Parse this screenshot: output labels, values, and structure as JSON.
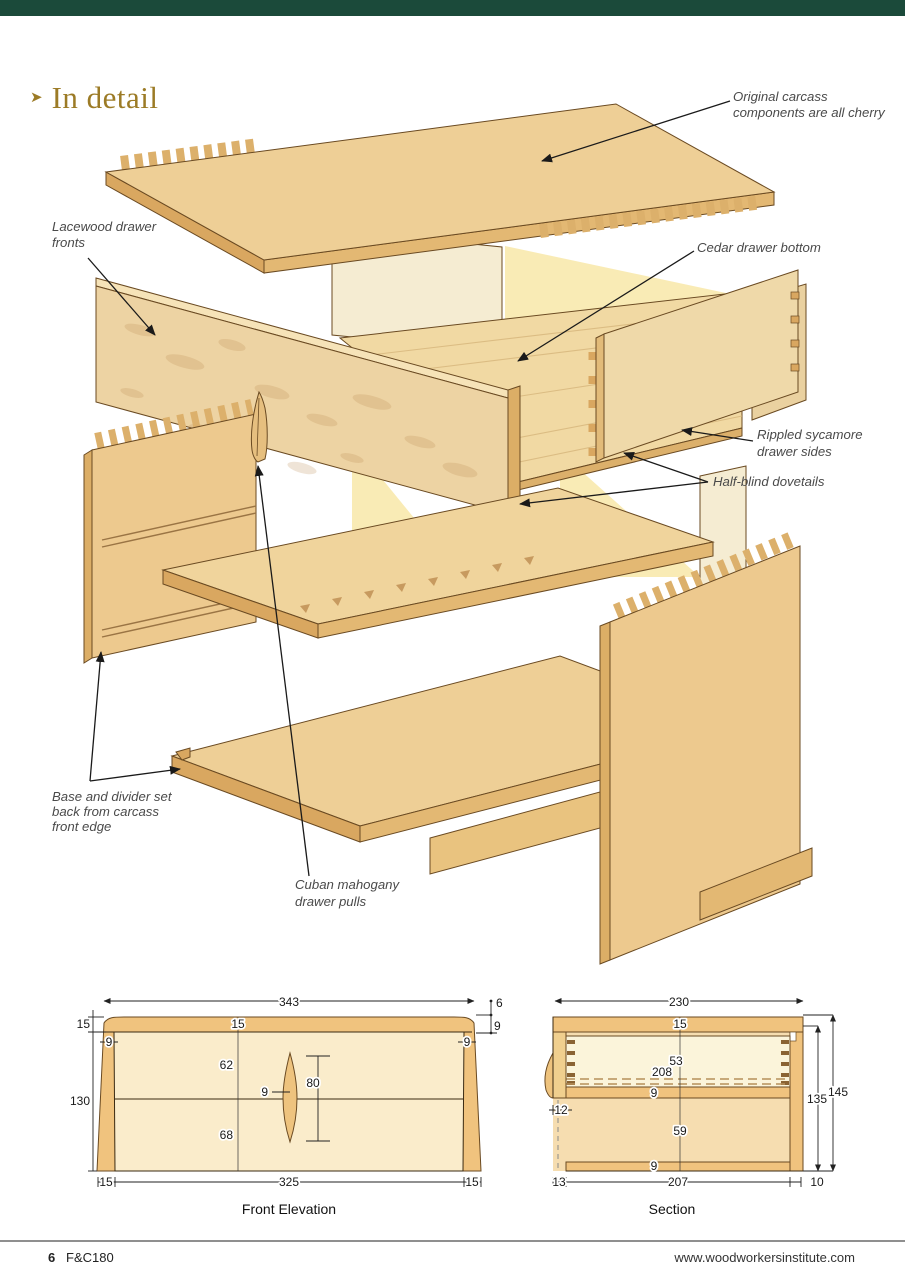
{
  "page": {
    "top_bar_color": "#1b4a3a",
    "title_marker": "➤",
    "title": "In detail",
    "title_color": "#9c7b26"
  },
  "diagram": {
    "labels": {
      "carcass": {
        "line1": "Original carcass",
        "line2": "components are all cherry"
      },
      "lacewood": {
        "line1": "Lacewood drawer",
        "line2": "fronts"
      },
      "cedar": {
        "line1": "Cedar drawer bottom"
      },
      "sycamore": {
        "line1": "Rippled sycamore",
        "line2": "drawer sides"
      },
      "dovetails": {
        "line1": "Half-blind dovetails"
      },
      "base": {
        "line1": "Base and divider set",
        "line2": "back from carcass",
        "line3": "front edge"
      },
      "pulls": {
        "line1": "Cuban mahogany",
        "line2": "drawer pulls"
      }
    }
  },
  "elevation": {
    "caption": "Front Elevation",
    "dims": {
      "overall_width": "343",
      "top_reveal": "6",
      "cap_left": "15",
      "cap_center": "15",
      "edge_right": "9",
      "stile_left": "9",
      "stile_right": "9",
      "upper_drawer": "62",
      "pull_height": "80",
      "pull_width": "9",
      "side_height": "130",
      "lower_drawer": "68",
      "foot_left": "15",
      "base_width": "325",
      "foot_right": "15"
    }
  },
  "section": {
    "caption": "Section",
    "dims": {
      "overall_depth": "230",
      "cap": "15",
      "drawer_side": "53",
      "internal_depth": "208",
      "divider": "9",
      "setback": "12",
      "inner_height": "135",
      "overall_height": "145",
      "lower_cavity": "59",
      "base_board": "9",
      "front_gap": "13",
      "base_depth": "207",
      "back_gap": "10"
    }
  },
  "footer": {
    "page_number": "6",
    "issue": "F&C180",
    "website": "www.woodworkersinstitute.com"
  }
}
